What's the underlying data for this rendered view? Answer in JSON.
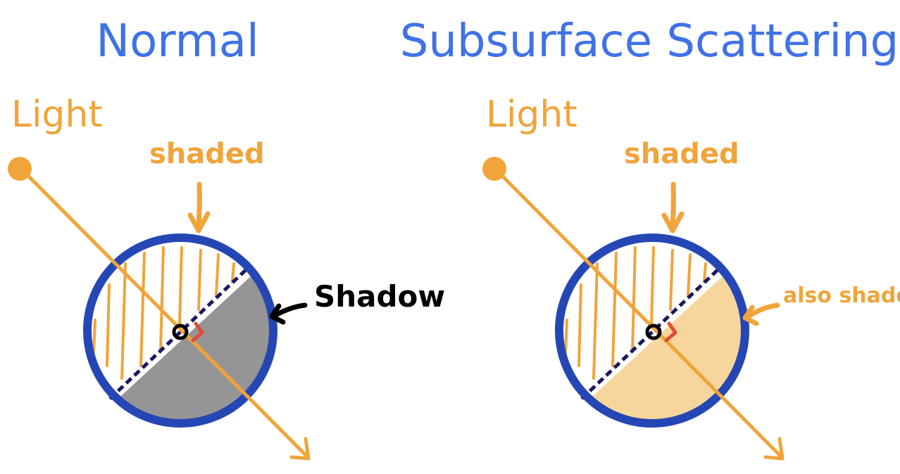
{
  "colors": {
    "title_blue": "#3f72e8",
    "orange": "#f0a43a",
    "circle_blue": "#2547b5",
    "shadow_gray": "#959595",
    "sss_fill": "#f6d69c",
    "terminator_dash": "#1b1660",
    "normal_red": "#e24a34",
    "label_black": "#000000"
  },
  "panels": [
    {
      "title": "Normal",
      "light_label": "Light",
      "shaded_label": "shaded",
      "side_label": "Shadow"
    },
    {
      "title": "Subsurface Scattering",
      "light_label": "Light",
      "shaded_label": "shaded",
      "side_label": "also shaded"
    }
  ]
}
